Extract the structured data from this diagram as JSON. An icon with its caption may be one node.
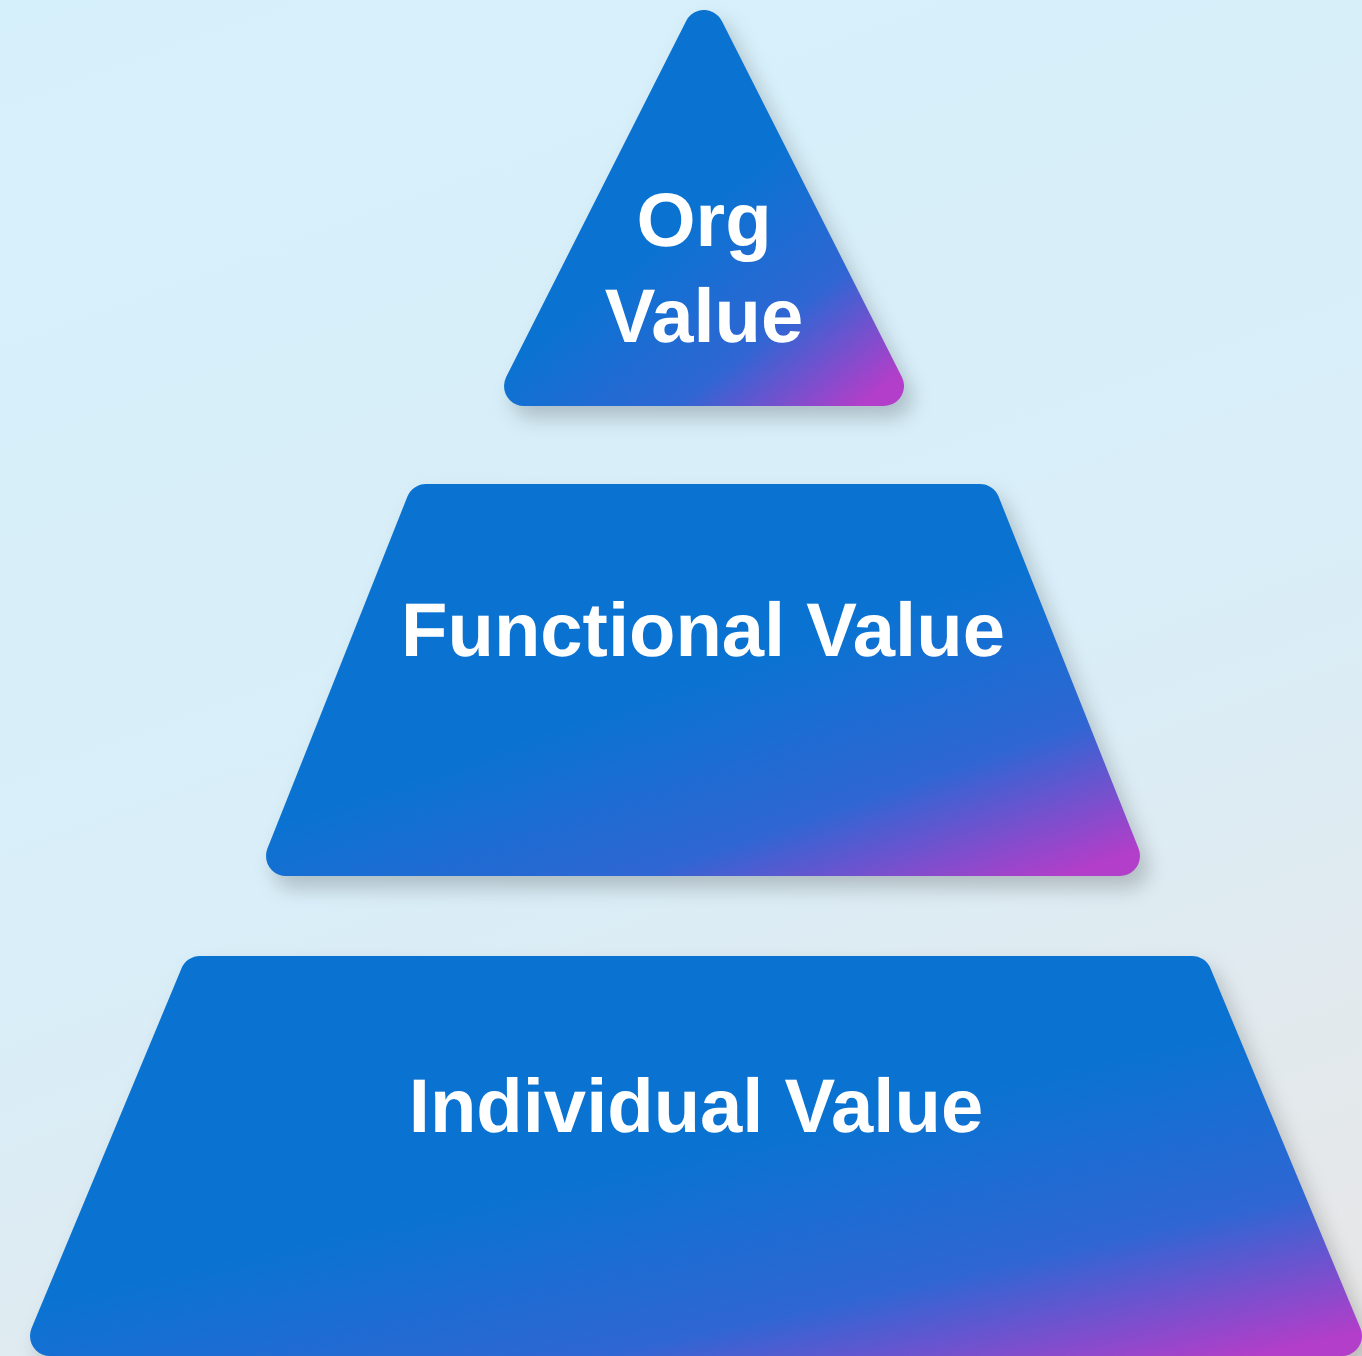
{
  "diagram": {
    "nodes": [
      {
        "text": [
          "Org Value"
        ]
      },
      {
        "text": [
          "Functional Value"
        ]
      },
      {
        "text": [
          "Individual Value"
        ]
      }
    ]
  }
}
